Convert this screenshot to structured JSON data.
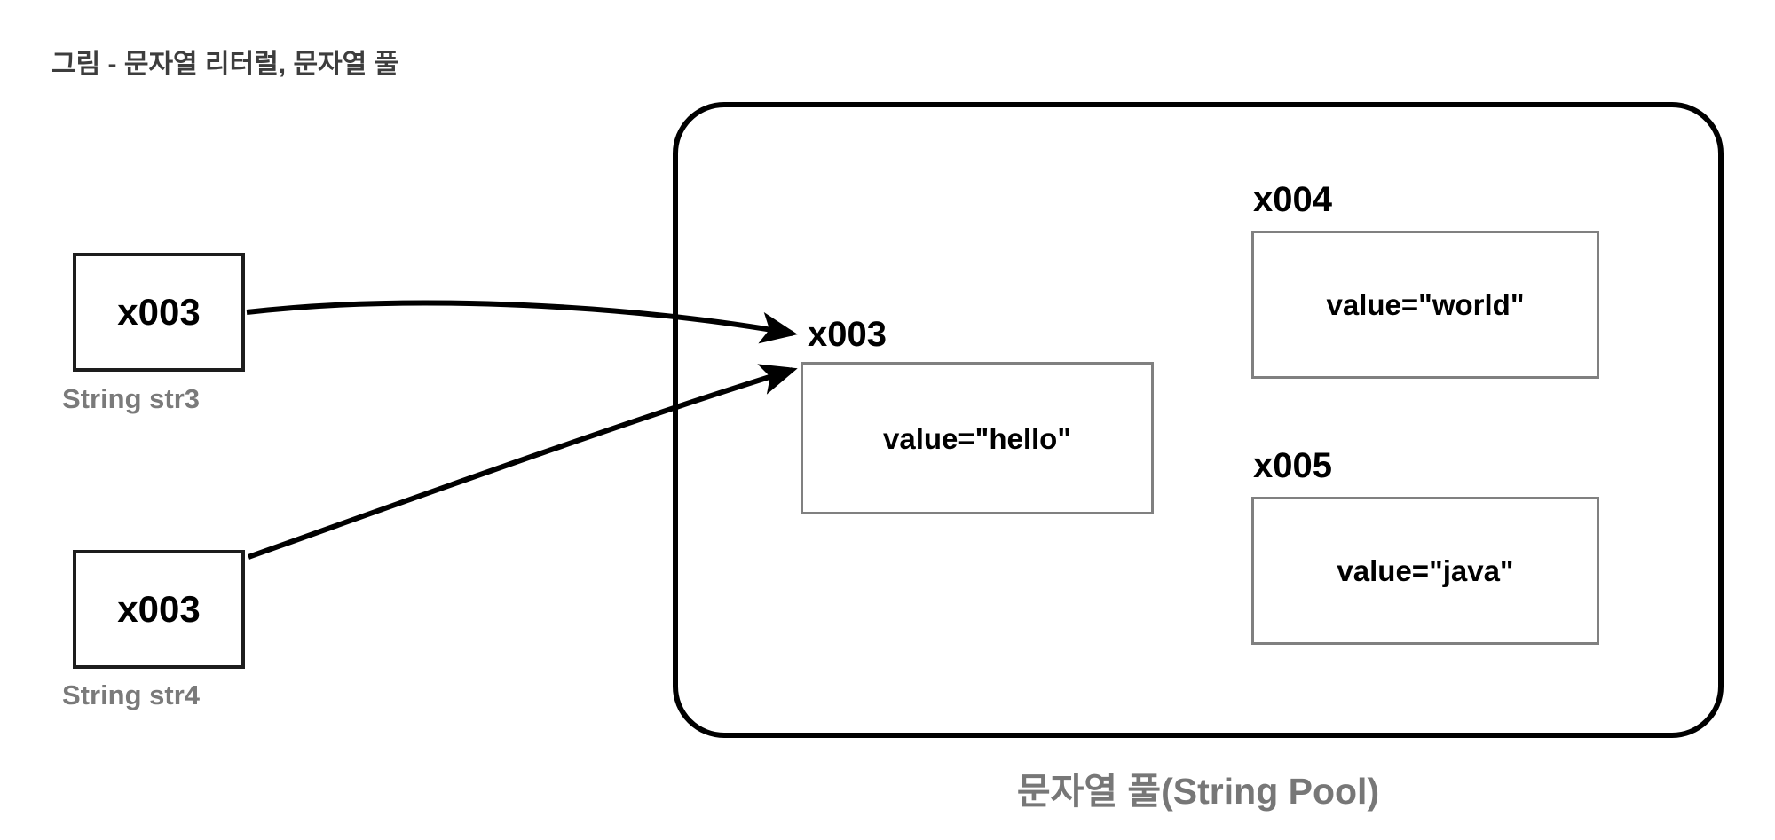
{
  "figure": {
    "title": "그림 - 문자열 리터럴, 문자열 풀",
    "caption": "문자열 풀(String Pool)"
  },
  "colors": {
    "title_text": "#3d3d3d",
    "variable_box_border": "#1d1d1d",
    "variable_label_text": "#7a7a7a",
    "pool_border": "#000000",
    "entry_box_border": "#808080",
    "caption_text": "#777777",
    "arrow": "#000000",
    "background": "#ffffff"
  },
  "variables": [
    {
      "value": "x003",
      "label": "String str3"
    },
    {
      "value": "x003",
      "label": "String str4"
    }
  ],
  "pool": {
    "entries": [
      {
        "address": "x003",
        "value": "value=\"hello\""
      },
      {
        "address": "x004",
        "value": "value=\"world\""
      },
      {
        "address": "x005",
        "value": "value=\"java\""
      }
    ]
  },
  "arrows": [
    {
      "from": "String str3",
      "to": "x003"
    },
    {
      "from": "String str4",
      "to": "x003"
    }
  ]
}
